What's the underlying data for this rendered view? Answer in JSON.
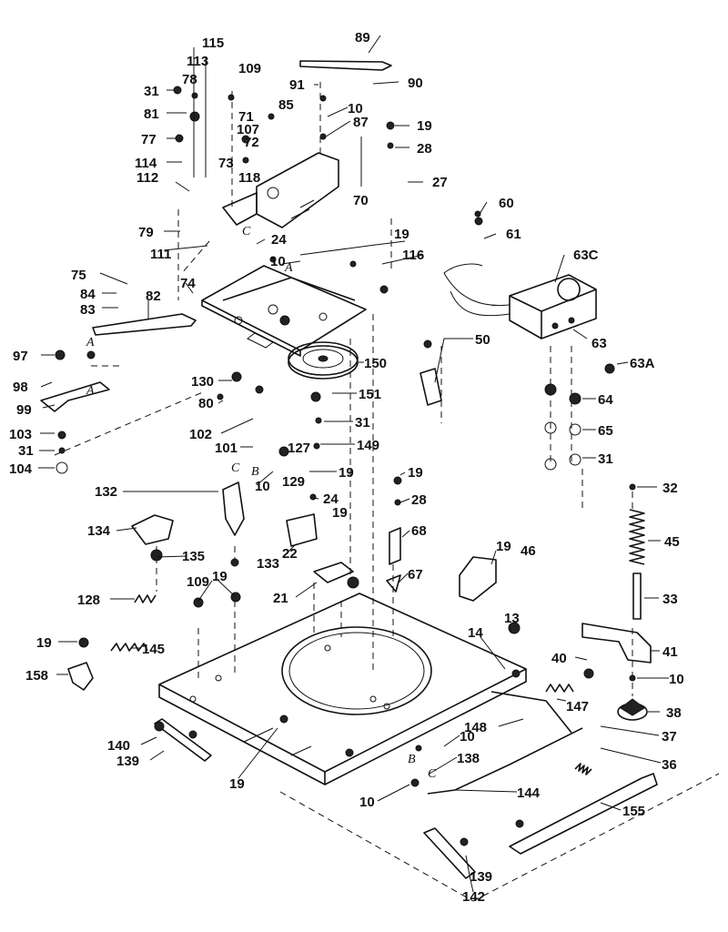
{
  "callouts": [
    {
      "id": "c-115",
      "text": "115"
    },
    {
      "id": "c-113",
      "text": "113"
    },
    {
      "id": "c-109a",
      "text": "109"
    },
    {
      "id": "c-89",
      "text": "89"
    },
    {
      "id": "c-91",
      "text": "91"
    },
    {
      "id": "c-90",
      "text": "90"
    },
    {
      "id": "c-31a",
      "text": "31"
    },
    {
      "id": "c-78",
      "text": "78"
    },
    {
      "id": "c-85",
      "text": "85"
    },
    {
      "id": "c-10a",
      "text": "10"
    },
    {
      "id": "c-81",
      "text": "81"
    },
    {
      "id": "c-71",
      "text": "71"
    },
    {
      "id": "c-107",
      "text": "107"
    },
    {
      "id": "c-87",
      "text": "87"
    },
    {
      "id": "c-19a",
      "text": "19"
    },
    {
      "id": "c-77",
      "text": "77"
    },
    {
      "id": "c-72",
      "text": "72"
    },
    {
      "id": "c-28a",
      "text": "28"
    },
    {
      "id": "c-114",
      "text": "114"
    },
    {
      "id": "c-73",
      "text": "73"
    },
    {
      "id": "c-112",
      "text": "112"
    },
    {
      "id": "c-118",
      "text": "118"
    },
    {
      "id": "c-27",
      "text": "27"
    },
    {
      "id": "c-70",
      "text": "70"
    },
    {
      "id": "c-60",
      "text": "60"
    },
    {
      "id": "c-79",
      "text": "79"
    },
    {
      "id": "c-19b",
      "text": "19"
    },
    {
      "id": "c-24a",
      "text": "24"
    },
    {
      "id": "c-61",
      "text": "61"
    },
    {
      "id": "c-116",
      "text": "116"
    },
    {
      "id": "c-111",
      "text": "111"
    },
    {
      "id": "c-10b",
      "text": "10"
    },
    {
      "id": "c-63c",
      "text": "63C"
    },
    {
      "id": "c-75",
      "text": "75"
    },
    {
      "id": "c-74",
      "text": "74"
    },
    {
      "id": "c-84",
      "text": "84"
    },
    {
      "id": "c-82",
      "text": "82"
    },
    {
      "id": "c-83",
      "text": "83"
    },
    {
      "id": "c-50",
      "text": "50"
    },
    {
      "id": "c-63",
      "text": "63"
    },
    {
      "id": "c-97",
      "text": "97"
    },
    {
      "id": "c-150",
      "text": "150"
    },
    {
      "id": "c-63a",
      "text": "63A"
    },
    {
      "id": "c-98",
      "text": "98"
    },
    {
      "id": "c-130",
      "text": "130"
    },
    {
      "id": "c-99",
      "text": "99"
    },
    {
      "id": "c-80",
      "text": "80"
    },
    {
      "id": "c-151",
      "text": "151"
    },
    {
      "id": "c-64",
      "text": "64"
    },
    {
      "id": "c-102",
      "text": "102"
    },
    {
      "id": "c-31b",
      "text": "31"
    },
    {
      "id": "c-65",
      "text": "65"
    },
    {
      "id": "c-103",
      "text": "103"
    },
    {
      "id": "c-101",
      "text": "101"
    },
    {
      "id": "c-127",
      "text": "127"
    },
    {
      "id": "c-149",
      "text": "149"
    },
    {
      "id": "c-31c",
      "text": "31"
    },
    {
      "id": "c-31d",
      "text": "31"
    },
    {
      "id": "c-104",
      "text": "104"
    },
    {
      "id": "c-19c",
      "text": "19"
    },
    {
      "id": "c-19d",
      "text": "19"
    },
    {
      "id": "c-10c",
      "text": "10"
    },
    {
      "id": "c-129",
      "text": "129"
    },
    {
      "id": "c-32",
      "text": "32"
    },
    {
      "id": "c-132",
      "text": "132"
    },
    {
      "id": "c-24b",
      "text": "24"
    },
    {
      "id": "c-28b",
      "text": "28"
    },
    {
      "id": "c-19e",
      "text": "19"
    },
    {
      "id": "c-134",
      "text": "134"
    },
    {
      "id": "c-68",
      "text": "68"
    },
    {
      "id": "c-45",
      "text": "45"
    },
    {
      "id": "c-19f",
      "text": "19"
    },
    {
      "id": "c-46",
      "text": "46"
    },
    {
      "id": "c-135",
      "text": "135"
    },
    {
      "id": "c-133",
      "text": "133"
    },
    {
      "id": "c-22",
      "text": "22"
    },
    {
      "id": "c-109b",
      "text": "109"
    },
    {
      "id": "c-19g",
      "text": "19"
    },
    {
      "id": "c-67",
      "text": "67"
    },
    {
      "id": "c-21",
      "text": "21"
    },
    {
      "id": "c-33",
      "text": "33"
    },
    {
      "id": "c-128",
      "text": "128"
    },
    {
      "id": "c-13",
      "text": "13"
    },
    {
      "id": "c-19h",
      "text": "19"
    },
    {
      "id": "c-145",
      "text": "145"
    },
    {
      "id": "c-14",
      "text": "14"
    },
    {
      "id": "c-41",
      "text": "41"
    },
    {
      "id": "c-40",
      "text": "40"
    },
    {
      "id": "c-158",
      "text": "158"
    },
    {
      "id": "c-10d",
      "text": "10"
    },
    {
      "id": "c-147",
      "text": "147"
    },
    {
      "id": "c-38",
      "text": "38"
    },
    {
      "id": "c-148",
      "text": "148"
    },
    {
      "id": "c-140",
      "text": "140"
    },
    {
      "id": "c-10e",
      "text": "10"
    },
    {
      "id": "c-37",
      "text": "37"
    },
    {
      "id": "c-139a",
      "text": "139"
    },
    {
      "id": "c-138",
      "text": "138"
    },
    {
      "id": "c-36",
      "text": "36"
    },
    {
      "id": "c-19i",
      "text": "19"
    },
    {
      "id": "c-144",
      "text": "144"
    },
    {
      "id": "c-10f",
      "text": "10"
    },
    {
      "id": "c-155",
      "text": "155"
    },
    {
      "id": "c-139b",
      "text": "139"
    },
    {
      "id": "c-142",
      "text": "142"
    }
  ],
  "reference_letters": [
    {
      "id": "ref-a1",
      "text": "A"
    },
    {
      "id": "ref-a2",
      "text": "A"
    },
    {
      "id": "ref-a3",
      "text": "A"
    },
    {
      "id": "ref-c1",
      "text": "C"
    },
    {
      "id": "ref-c2",
      "text": "C"
    },
    {
      "id": "ref-b1",
      "text": "B"
    },
    {
      "id": "ref-b2",
      "text": "B"
    },
    {
      "id": "ref-c3",
      "text": "C"
    }
  ]
}
